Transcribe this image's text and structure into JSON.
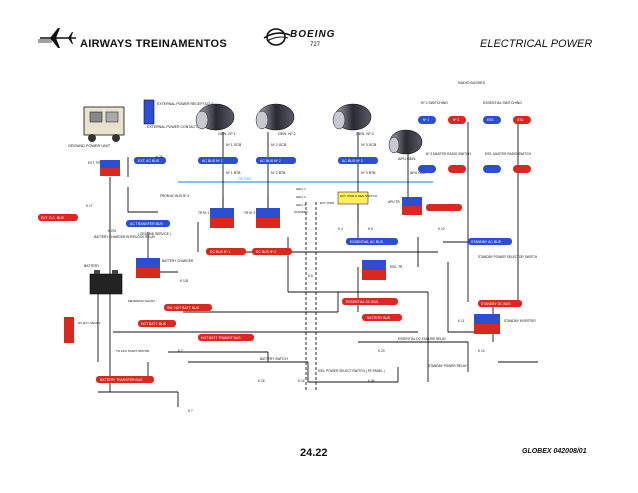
{
  "header": {
    "company": "AIRWAYS  TREINAMENTOS",
    "brand": "BOEING",
    "model": "727",
    "section": "ELECTRICAL POWER"
  },
  "footer": {
    "page_number": "24.22",
    "doc_code": "GLOBEX 042008/01"
  },
  "diagram": {
    "radio_busses": "RADIO BUSSES",
    "external_power_receptacle": "EXTERNAL POWER RECEPTACLE",
    "external_power_contactor": "EXTERNAL POWER CONTACTOR",
    "ground_power_unit": "GROUND POWER UNIT",
    "gen1": "GEN. Nº 1",
    "gen2": "GEN. Nº 2",
    "gen3": "GEN. Nº 3",
    "apu_gen": "APU GEN.",
    "gcb1": "Nº 1 GCB",
    "gcb2": "Nº 2 GCB",
    "gcb3": "Nº 3 GCB",
    "btb1": "Nº 1 BTB",
    "btb2": "Nº 2 BTB",
    "btb3": "Nº 3 BTB",
    "apu_gcb": "APU GCB",
    "ext_ac_bus": "EXT. AC BUS",
    "ac_bus_1": "AC BUS Nº 1",
    "ac_bus_2": "AC BUS Nº 2",
    "ac_bus_3": "AC BUS Nº 3",
    "tie_bus": "TIE BUS",
    "ext_tr": "EXT. TR",
    "k17": "K 17",
    "ext_dc_bus": "EXT. D.C. BUS",
    "k28": "K 28",
    "from_ac_bus_3": "FROM AC BUS Nº 3",
    "ground_service": "( GROUND SERVICE )",
    "ac_transfer_bus": "AC TRANSFER BUS",
    "k201": "K 201",
    "battery_charger_interlock_relay": "BATTERY CHARGER INTERLOCK RELAY",
    "battery_charger": "BATTERY CHARGER",
    "battery": "BATTERY",
    "tr1": "TR Nº 1",
    "tr2": "TR Nº 2",
    "tr3": "TR Nº 3",
    "apu_tr": "APU TR",
    "ess_tr": "ESS. TR",
    "dc_bus_1": "DC BUS Nº 1",
    "dc_bus_2": "DC BUS Nº 2",
    "essential_ac_bus": "ESSENTIAL AC BUS",
    "standby_ac_bus": "STANDBY AC BUS",
    "essential_dc_bus": "ESSENTIAL DC BUS",
    "standby_dc_bus": "STANDBY DC BUS",
    "battery_bus": "BATTERY BUS",
    "battery_transfer_bus": "BATTERY TRANSFER BUS",
    "hot_batt_bus": "HOT BATT. BUS",
    "sw_hot_batt_bus": "SW. HOT BATT. BUS",
    "hot_batt_transit_bus": "HOT BATT TRANSIT BUS",
    "dc_ext_recpt": "DC EXT. RECPT.",
    "meter_shunt": "METERING SHUNT",
    "to_apu_start_motor": "TO APU START MOTOR",
    "battery_switch": "BATTERY SWITCH",
    "ess_power_select_switch": "ESS. POWER SELECT SWITCH ( FE PANEL )",
    "essential_dc_failure_relay": "ESSENTIAL DC FAILURE RELAY",
    "standby_inverter": "STANDBY INVERTER",
    "standby_power_relay": "STANDBY POWER RELAY",
    "standby_power_selector_switch": "STANDBY POWER SELECTOR SWITCH",
    "ext_pwr_gen_switch": "EXT. PWR & GEN SWITCH",
    "n2_switching": "Nº 2 SWITCHING",
    "essential_switching": "ESSENTIAL SWITCHING",
    "n2_master_radio_switch": "Nº 2 MASTER RADIO SWITCH",
    "ess_master_radio_switch": "ESS. MASTER RADIO SWITCH",
    "gen_1_label": "GEN. 1",
    "gen_2_label": "GEN. 2",
    "gen_3_label": "GEN. 3",
    "ext_pwr": "EXT. PWR.",
    "standby": "STANDBY",
    "radio_bus_1": "Nº 1",
    "radio_bus_2": "Nº 2",
    "radio_bus_ess": "ESS",
    "radio_bus_std": "STD",
    "k4": "K 4",
    "k6": "K 6",
    "k10": "K 10",
    "k5": "K 5",
    "k7": "K 7",
    "k11": "K 11",
    "k13": "K 13",
    "k23": "K 23",
    "k46": "K 46",
    "k103": "K 103",
    "k2": "K 2",
    "k15": "K 15",
    "k14": "K 14"
  },
  "colors": {
    "bus_blue": "#2c4fd1",
    "bus_red": "#d8281f",
    "tie_bus_cyan": "#3aa0d8",
    "wire": "#111111",
    "note_yellow": "#ffef5a"
  }
}
